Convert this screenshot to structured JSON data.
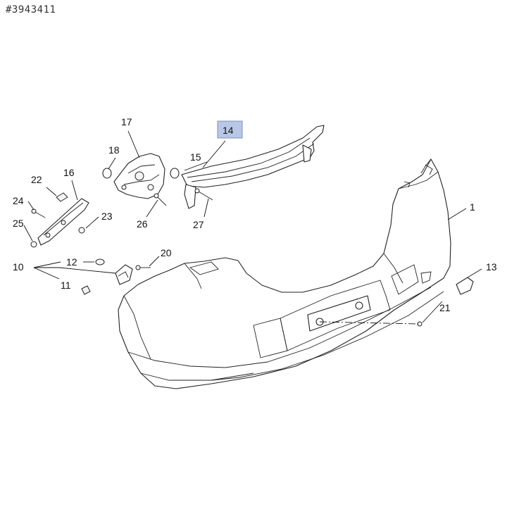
{
  "reference_number": "#3943411",
  "highlight_color": "#b8c7e6",
  "callouts": {
    "c1": "1",
    "c10": "10",
    "c11": "11",
    "c12": "12",
    "c13": "13",
    "c14": "14",
    "c15": "15",
    "c16": "16",
    "c17": "17",
    "c18": "18",
    "c20": "20",
    "c21": "21",
    "c22": "22",
    "c23": "23",
    "c24": "24",
    "c25": "25",
    "c26": "26",
    "c27": "27"
  }
}
